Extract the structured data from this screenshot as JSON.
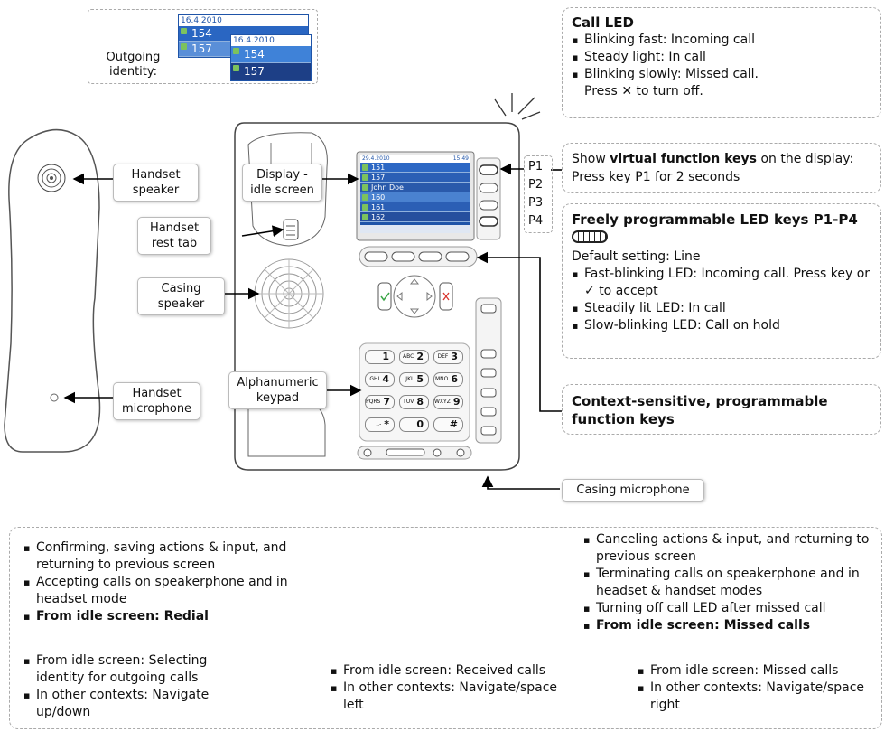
{
  "identity_panel": {
    "label_lines": [
      "Outgoing",
      "identity:"
    ],
    "screen_back": {
      "date": "16.4.2010",
      "rows": [
        "154",
        "157"
      ]
    },
    "screen_front": {
      "date": "16.4.2010",
      "rows": [
        "154",
        "157"
      ]
    }
  },
  "call_led": {
    "title": "Call LED",
    "items": [
      "Blinking fast:  Incoming call",
      "Steady light:  In call",
      "Blinking slowly:  Missed call."
    ],
    "extra_pre": "Press",
    "extra_post": "to turn off."
  },
  "virtual_keys": {
    "pre": "Show ",
    "bold": "virtual function keys",
    "post": " on the display:  Press key P1 for 2 seconds"
  },
  "led_keys": {
    "title": "Freely programmable LED keys P1-P4",
    "default": "Default setting:  Line",
    "items": [
      "Fast-blinking LED:  Incoming call.  Press key or",
      "Steadily lit LED:  In call",
      "Slow-blinking LED:  Call on hold"
    ],
    "item1_suffix": "to accept"
  },
  "context_keys": {
    "title": "Context-sensitive, programmable function keys"
  },
  "p_keys": [
    "P1",
    "P2",
    "P3",
    "P4"
  ],
  "labels": {
    "handset_speaker": [
      "Handset",
      "speaker"
    ],
    "handset_rest_tab": [
      "Handset",
      "rest tab"
    ],
    "casing_speaker": [
      "Casing",
      "speaker"
    ],
    "handset_microphone": [
      "Handset",
      "microphone"
    ],
    "display_idle": [
      "Display -",
      "idle screen"
    ],
    "alphanumeric_keypad": [
      "Alphanumeric",
      "keypad"
    ],
    "casing_microphone": "Casing microphone"
  },
  "phone_screen": {
    "date": "29.4.2010",
    "time": "15:49",
    "rows": [
      "151",
      "157",
      "John Doe",
      "160",
      "161",
      "162"
    ]
  },
  "keypad": [
    {
      "sub": "",
      "main": "1"
    },
    {
      "sub": "ABC",
      "main": "2"
    },
    {
      "sub": "DEF",
      "main": "3"
    },
    {
      "sub": "GHI",
      "main": "4"
    },
    {
      "sub": "JKL",
      "main": "5"
    },
    {
      "sub": "MNO",
      "main": "6"
    },
    {
      "sub": "PQRS",
      "main": "7"
    },
    {
      "sub": "TUV",
      "main": "8"
    },
    {
      "sub": "WXYZ",
      "main": "9"
    },
    {
      "sub": "..-",
      "main": "*"
    },
    {
      "sub": "_",
      "main": "0"
    },
    {
      "sub": "",
      "main": "#"
    }
  ],
  "bottom": {
    "confirm_items": [
      "Confirming, saving actions & input, and returning to previous screen",
      "Accepting calls on speakerphone and in headset mode"
    ],
    "confirm_bold": "From idle screen:  Redial",
    "cancel_items": [
      "Canceling actions & input, and returning to previous screen",
      "Terminating calls on speakerphone and in headset & handset modes",
      "Turning off call LED after missed call"
    ],
    "cancel_bold": "From idle screen:  Missed calls",
    "updown_items": [
      "From idle screen:  Selecting identity for outgoing calls",
      "In other contexts:  Navigate up/down"
    ],
    "left_items": [
      "From idle screen:  Received calls",
      "In other contexts:  Navigate/space left"
    ],
    "right_items": [
      "From idle screen:  Missed calls",
      "In other contexts:  Navigate/space right"
    ]
  },
  "colors": {
    "screen_blue": "#1f54a8",
    "accept_green": "#3aa547",
    "cancel_red": "#d8322b"
  }
}
